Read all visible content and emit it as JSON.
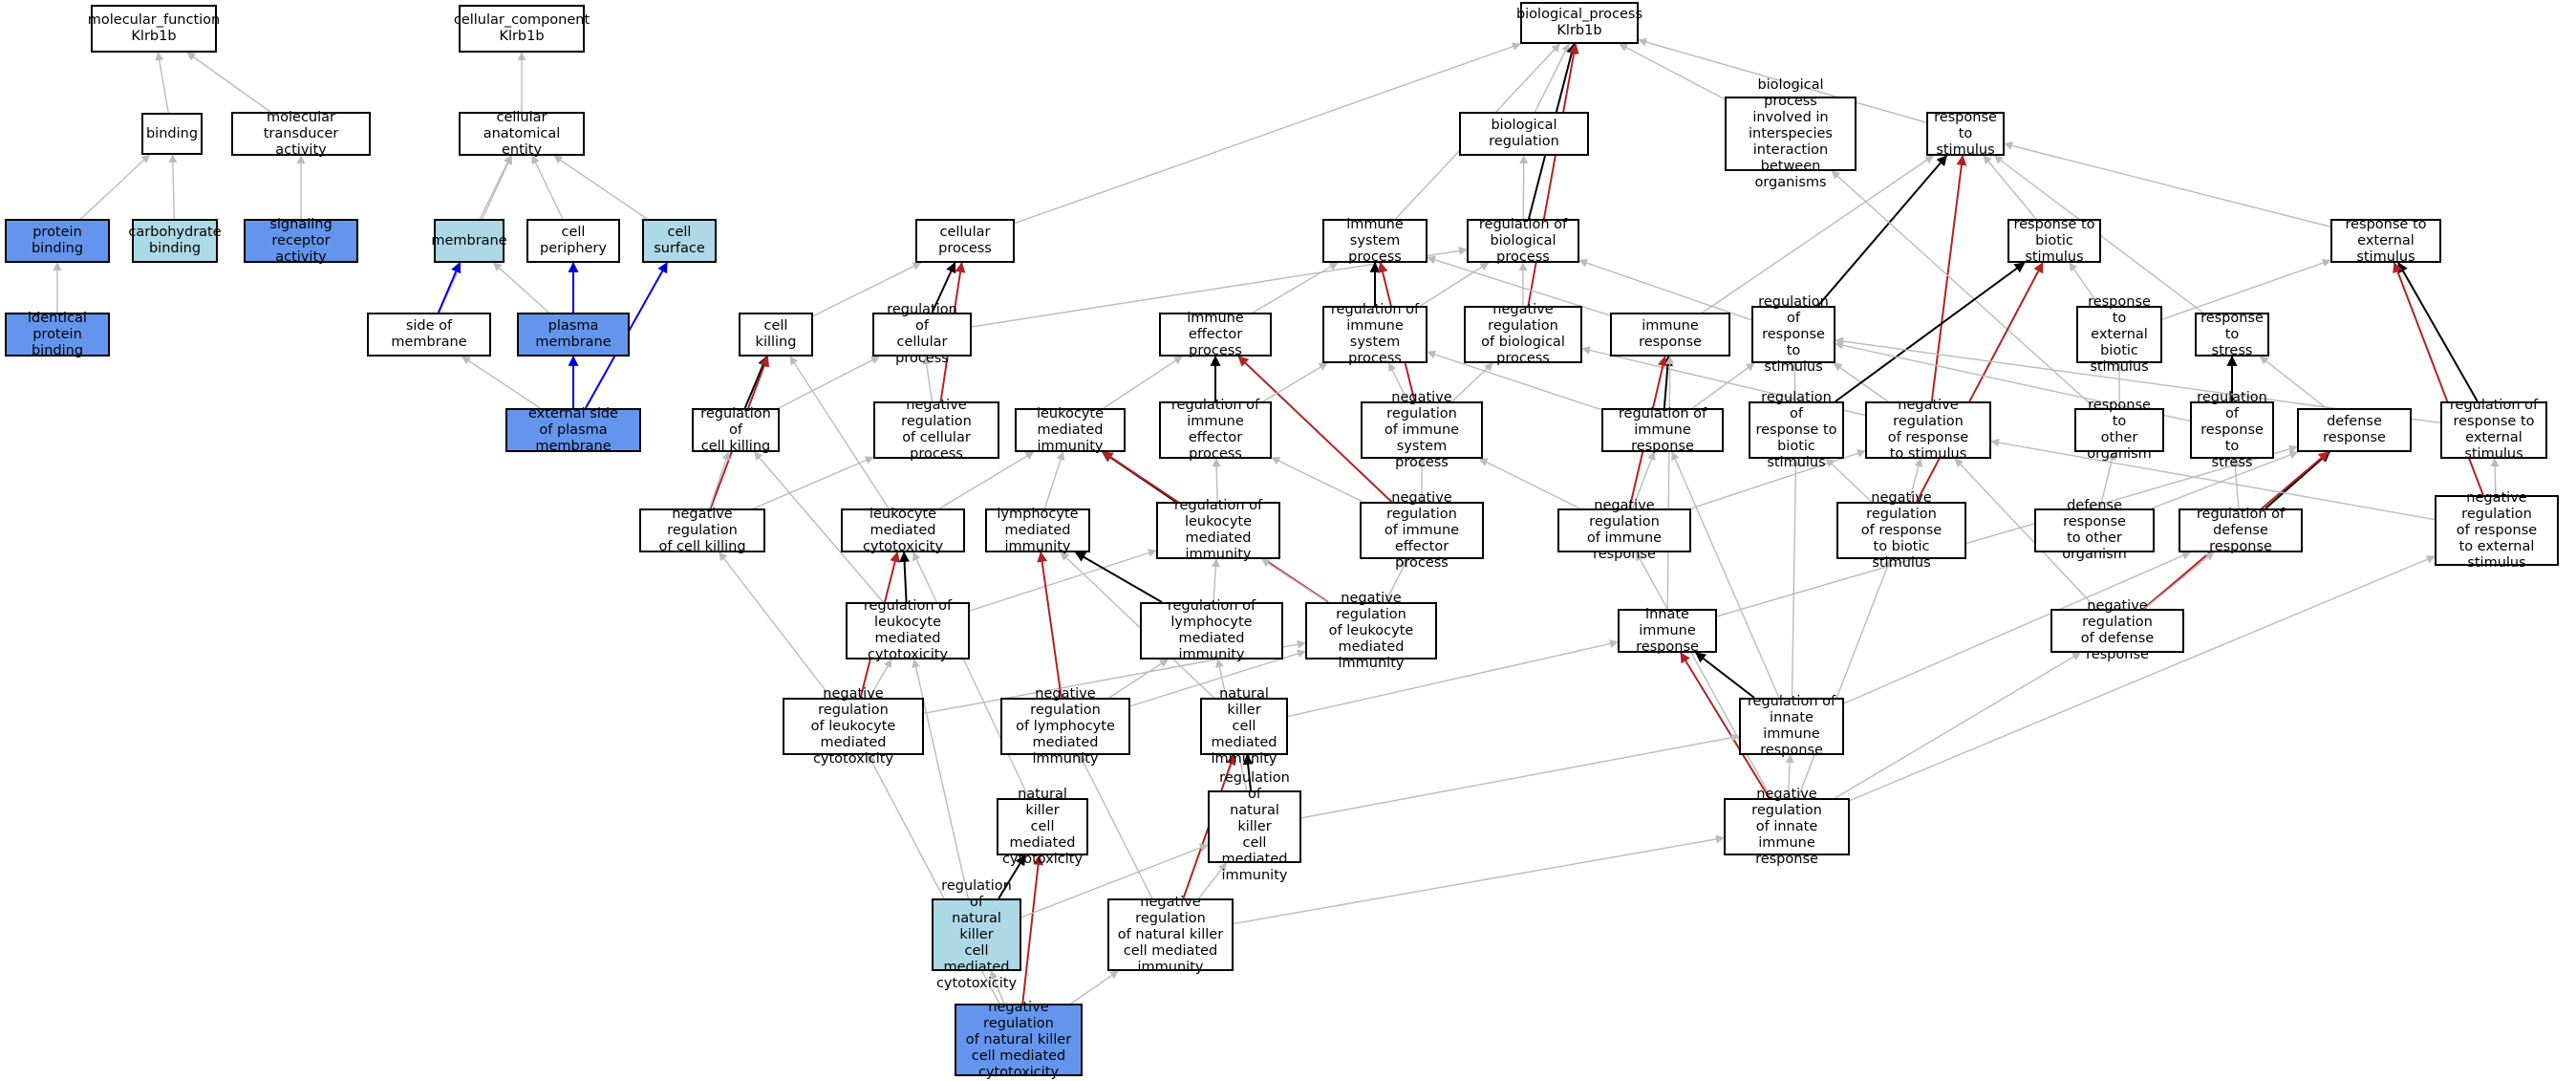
{
  "colors": {
    "edge_gray": "#bbbbbb",
    "edge_black": "#000000",
    "edge_red": "#b22222",
    "edge_blue": "#0000dd",
    "fill_dark": "#6495ed",
    "fill_light": "#add8e6",
    "fill_white": "#ffffff"
  },
  "nodes": [
    {
      "id": "mf",
      "label": "molecular_function\nKlrb1b",
      "fill": "white"
    },
    {
      "id": "cc",
      "label": "cellular_component\nKlrb1b",
      "fill": "white"
    },
    {
      "id": "bp",
      "label": "biological_process\nKlrb1b",
      "fill": "white"
    },
    {
      "id": "binding",
      "label": "binding",
      "fill": "white"
    },
    {
      "id": "moltrans",
      "label": "molecular transducer\nactivity",
      "fill": "white"
    },
    {
      "id": "cae",
      "label": "cellular anatomical\nentity",
      "fill": "white"
    },
    {
      "id": "bioreg",
      "label": "biological regulation",
      "fill": "white"
    },
    {
      "id": "bpinter",
      "label": "biological process\ninvolved in\ninterspecies\ninteraction\nbetween organisms",
      "fill": "white"
    },
    {
      "id": "rstim",
      "label": "response to\nstimulus",
      "fill": "white"
    },
    {
      "id": "protbind",
      "label": "protein binding",
      "fill": "dark"
    },
    {
      "id": "carbbind",
      "label": "carbohydrate\nbinding",
      "fill": "light"
    },
    {
      "id": "sigrec",
      "label": "signaling receptor\nactivity",
      "fill": "dark"
    },
    {
      "id": "membrane",
      "label": "membrane",
      "fill": "light"
    },
    {
      "id": "cellper",
      "label": "cell periphery",
      "fill": "white"
    },
    {
      "id": "cellsurf",
      "label": "cell surface",
      "fill": "light"
    },
    {
      "id": "cellproc",
      "label": "cellular process",
      "fill": "white"
    },
    {
      "id": "immsys",
      "label": "immune system\nprocess",
      "fill": "white"
    },
    {
      "id": "regbio",
      "label": "regulation of\nbiological process",
      "fill": "white"
    },
    {
      "id": "rbiotic",
      "label": "response to\nbiotic stimulus",
      "fill": "white"
    },
    {
      "id": "rext",
      "label": "response to\nexternal stimulus",
      "fill": "white"
    },
    {
      "id": "identprot",
      "label": "identical protein\nbinding",
      "fill": "dark"
    },
    {
      "id": "sidemem",
      "label": "side of membrane",
      "fill": "white"
    },
    {
      "id": "plasmem",
      "label": "plasma membrane",
      "fill": "dark"
    },
    {
      "id": "cellkill",
      "label": "cell killing",
      "fill": "white"
    },
    {
      "id": "regcellproc",
      "label": "regulation of\ncellular process",
      "fill": "white"
    },
    {
      "id": "immeff",
      "label": "immune effector\nprocess",
      "fill": "white"
    },
    {
      "id": "regimmsys",
      "label": "regulation of\nimmune system\nprocess",
      "fill": "white"
    },
    {
      "id": "negregbio",
      "label": "negative regulation\nof biological\nprocess",
      "fill": "white"
    },
    {
      "id": "immresp",
      "label": "immune response",
      "fill": "white"
    },
    {
      "id": "regrstim",
      "label": "regulation of\nresponse to\nstimulus",
      "fill": "white"
    },
    {
      "id": "rextbiotic",
      "label": "response to\nexternal biotic\nstimulus",
      "fill": "white"
    },
    {
      "id": "rstress",
      "label": "response to\nstress",
      "fill": "white"
    },
    {
      "id": "extside",
      "label": "external side\nof plasma membrane",
      "fill": "dark"
    },
    {
      "id": "regcellkill",
      "label": "regulation of\ncell killing",
      "fill": "white"
    },
    {
      "id": "negregcellproc",
      "label": "negative regulation\nof cellular\nprocess",
      "fill": "white"
    },
    {
      "id": "leukimm",
      "label": "leukocyte mediated\nimmunity",
      "fill": "white"
    },
    {
      "id": "regimmeff",
      "label": "regulation of\nimmune effector\nprocess",
      "fill": "white"
    },
    {
      "id": "negregimmsys",
      "label": "negative regulation\nof immune system\nprocess",
      "fill": "white"
    },
    {
      "id": "regimmresp",
      "label": "regulation of\nimmune response",
      "fill": "white"
    },
    {
      "id": "regrbiotic",
      "label": "regulation of\nresponse to\nbiotic stimulus",
      "fill": "white"
    },
    {
      "id": "negregrstim",
      "label": "negative regulation\nof response\nto stimulus",
      "fill": "white"
    },
    {
      "id": "rotherorg",
      "label": "response to\nother organism",
      "fill": "white"
    },
    {
      "id": "regrstress",
      "label": "regulation of\nresponse to\nstress",
      "fill": "white"
    },
    {
      "id": "defresp",
      "label": "defense response",
      "fill": "white"
    },
    {
      "id": "regrext",
      "label": "regulation of\nresponse to\nexternal stimulus",
      "fill": "white"
    },
    {
      "id": "negregcellkill",
      "label": "negative regulation\nof cell killing",
      "fill": "white"
    },
    {
      "id": "leukcyto",
      "label": "leukocyte mediated\ncytotoxicity",
      "fill": "white"
    },
    {
      "id": "lymphimm",
      "label": "lymphocyte mediated\nimmunity",
      "fill": "white"
    },
    {
      "id": "regleukimm",
      "label": "regulation of\nleukocyte mediated\nimmunity",
      "fill": "white"
    },
    {
      "id": "negregimmeff",
      "label": "negative regulation\nof immune effector\nprocess",
      "fill": "white"
    },
    {
      "id": "negregimmresp",
      "label": "negative regulation\nof immune response",
      "fill": "white"
    },
    {
      "id": "negregrbiotic",
      "label": "negative regulation\nof response\nto biotic stimulus",
      "fill": "white"
    },
    {
      "id": "defother",
      "label": "defense response\nto other organism",
      "fill": "white"
    },
    {
      "id": "regdef",
      "label": "regulation of\ndefense response",
      "fill": "white"
    },
    {
      "id": "negregrext",
      "label": "negative regulation\nof response\nto external\nstimulus",
      "fill": "white"
    },
    {
      "id": "regleukcyto",
      "label": "regulation of\nleukocyte mediated\ncytotoxicity",
      "fill": "white"
    },
    {
      "id": "reglymphimm",
      "label": "regulation of\nlymphocyte mediated\nimmunity",
      "fill": "white"
    },
    {
      "id": "negregleukimm",
      "label": "negative regulation\nof leukocyte\nmediated immunity",
      "fill": "white"
    },
    {
      "id": "innate",
      "label": "innate immune\nresponse",
      "fill": "white"
    },
    {
      "id": "negregdef",
      "label": "negative regulation\nof defense response",
      "fill": "white"
    },
    {
      "id": "negregleukcyto",
      "label": "negative regulation\nof leukocyte\nmediated cytotoxicity",
      "fill": "white"
    },
    {
      "id": "negreglymphimm",
      "label": "negative regulation\nof lymphocyte\nmediated immunity",
      "fill": "white"
    },
    {
      "id": "nkimm",
      "label": "natural killer\ncell mediated\nimmunity",
      "fill": "white"
    },
    {
      "id": "reginnate",
      "label": "regulation of\ninnate immune\nresponse",
      "fill": "white"
    },
    {
      "id": "nkcyto",
      "label": "natural killer\ncell mediated\ncytotoxicity",
      "fill": "white"
    },
    {
      "id": "regnkimm",
      "label": "regulation of\nnatural killer\ncell mediated\nimmunity",
      "fill": "white"
    },
    {
      "id": "negreginnate",
      "label": "negative regulation\nof innate immune\nresponse",
      "fill": "white"
    },
    {
      "id": "regnkcyto",
      "label": "regulation of\nnatural killer\ncell mediated\ncytotoxicity",
      "fill": "light"
    },
    {
      "id": "negregnkimm",
      "label": "negative regulation\nof natural killer\ncell mediated\nimmunity",
      "fill": "white"
    },
    {
      "id": "negregnkcyto",
      "label": "negative regulation\nof natural killer\ncell mediated\ncytotoxicity",
      "fill": "dark"
    }
  ],
  "edges": [
    [
      "binding",
      "mf",
      "gray"
    ],
    [
      "moltrans",
      "mf",
      "gray"
    ],
    [
      "protbind",
      "binding",
      "gray"
    ],
    [
      "carbbind",
      "binding",
      "gray"
    ],
    [
      "sigrec",
      "moltrans",
      "gray"
    ],
    [
      "identprot",
      "protbind",
      "gray"
    ],
    [
      "cae",
      "cc",
      "gray"
    ],
    [
      "membrane",
      "cae",
      "gray"
    ],
    [
      "cellper",
      "cae",
      "gray"
    ],
    [
      "cellsurf",
      "cae",
      "gray"
    ],
    [
      "sidemem",
      "cae",
      "gray"
    ],
    [
      "sidemem",
      "membrane",
      "blue"
    ],
    [
      "plasmem",
      "membrane",
      "gray"
    ],
    [
      "plasmem",
      "cellper",
      "blue"
    ],
    [
      "extside",
      "sidemem",
      "gray"
    ],
    [
      "extside",
      "plasmem",
      "blue"
    ],
    [
      "extside",
      "cellsurf",
      "blue"
    ],
    [
      "bioreg",
      "bp",
      "gray"
    ],
    [
      "bpinter",
      "bp",
      "gray"
    ],
    [
      "rstim",
      "bp",
      "gray"
    ],
    [
      "cellproc",
      "bp",
      "gray"
    ],
    [
      "immsys",
      "bp",
      "gray"
    ],
    [
      "regbio",
      "bp",
      "black"
    ],
    [
      "negregbio",
      "bp",
      "red"
    ],
    [
      "regbio",
      "bioreg",
      "gray"
    ],
    [
      "immresp",
      "rstim",
      "gray"
    ],
    [
      "rbiotic",
      "rstim",
      "gray"
    ],
    [
      "rext",
      "rstim",
      "gray"
    ],
    [
      "rstress",
      "rstim",
      "gray"
    ],
    [
      "regrstim",
      "rstim",
      "black"
    ],
    [
      "negregrstim",
      "rstim",
      "red"
    ],
    [
      "rotherorg",
      "bpinter",
      "gray"
    ],
    [
      "cellkill",
      "cellproc",
      "gray"
    ],
    [
      "regcellproc",
      "cellproc",
      "black"
    ],
    [
      "negregcellproc",
      "cellproc",
      "red"
    ],
    [
      "regcellproc",
      "regbio",
      "gray"
    ],
    [
      "negregcellproc",
      "regcellproc",
      "gray"
    ],
    [
      "negregbio",
      "regbio",
      "gray"
    ],
    [
      "immeff",
      "immsys",
      "gray"
    ],
    [
      "immresp",
      "immsys",
      "gray"
    ],
    [
      "regimmsys",
      "immsys",
      "black"
    ],
    [
      "negregimmsys",
      "immsys",
      "red"
    ],
    [
      "regimmsys",
      "regbio",
      "gray"
    ],
    [
      "regrstim",
      "regbio",
      "gray"
    ],
    [
      "negregimmsys",
      "negregbio",
      "gray"
    ],
    [
      "negregimmsys",
      "regimmsys",
      "gray"
    ],
    [
      "negregrstim",
      "negregbio",
      "gray"
    ],
    [
      "negregrstim",
      "regrstim",
      "gray"
    ],
    [
      "regcellkill",
      "cellkill",
      "black"
    ],
    [
      "negregcellkill",
      "cellkill",
      "red"
    ],
    [
      "regcellkill",
      "regcellproc",
      "gray"
    ],
    [
      "negregcellkill",
      "regcellkill",
      "gray"
    ],
    [
      "negregcellkill",
      "negregcellproc",
      "gray"
    ],
    [
      "leukcyto",
      "cellkill",
      "gray"
    ],
    [
      "regleukcyto",
      "regcellkill",
      "gray"
    ],
    [
      "negregleukcyto",
      "negregcellkill",
      "gray"
    ],
    [
      "leukimm",
      "immeff",
      "gray"
    ],
    [
      "regimmeff",
      "immeff",
      "black"
    ],
    [
      "negregimmeff",
      "immeff",
      "red"
    ],
    [
      "regimmeff",
      "regimmsys",
      "gray"
    ],
    [
      "negregimmeff",
      "regimmeff",
      "gray"
    ],
    [
      "negregimmeff",
      "negregimmsys",
      "gray"
    ],
    [
      "leukcyto",
      "leukimm",
      "gray"
    ],
    [
      "lymphimm",
      "leukimm",
      "gray"
    ],
    [
      "regleukimm",
      "leukimm",
      "black"
    ],
    [
      "negregleukimm",
      "leukimm",
      "red"
    ],
    [
      "regleukimm",
      "regimmeff",
      "gray"
    ],
    [
      "negregleukimm",
      "regleukimm",
      "gray"
    ],
    [
      "negregleukimm",
      "negregimmeff",
      "gray"
    ],
    [
      "regimmresp",
      "immresp",
      "black"
    ],
    [
      "negregimmresp",
      "immresp",
      "red"
    ],
    [
      "regimmresp",
      "regimmsys",
      "gray"
    ],
    [
      "regimmresp",
      "regrstim",
      "gray"
    ],
    [
      "negregimmresp",
      "regimmresp",
      "gray"
    ],
    [
      "negregimmresp",
      "negregimmsys",
      "gray"
    ],
    [
      "negregimmresp",
      "negregrstim",
      "gray"
    ],
    [
      "innate",
      "immresp",
      "gray"
    ],
    [
      "innate",
      "defresp",
      "gray"
    ],
    [
      "reginnate",
      "innate",
      "black"
    ],
    [
      "negreginnate",
      "innate",
      "red"
    ],
    [
      "reginnate",
      "regimmresp",
      "gray"
    ],
    [
      "reginnate",
      "regdef",
      "gray"
    ],
    [
      "reginnate",
      "regrbiotic",
      "gray"
    ],
    [
      "negreginnate",
      "reginnate",
      "gray"
    ],
    [
      "negreginnate",
      "negregimmresp",
      "gray"
    ],
    [
      "negreginnate",
      "negregdef",
      "gray"
    ],
    [
      "negreginnate",
      "negregrbiotic",
      "gray"
    ],
    [
      "negreginnate",
      "negregrext",
      "gray"
    ],
    [
      "regrbiotic",
      "rbiotic",
      "black"
    ],
    [
      "negregrbiotic",
      "rbiotic",
      "red"
    ],
    [
      "regrbiotic",
      "regrstim",
      "gray"
    ],
    [
      "negregrbiotic",
      "regrbiotic",
      "gray"
    ],
    [
      "negregrbiotic",
      "negregrstim",
      "gray"
    ],
    [
      "rextbiotic",
      "rbiotic",
      "gray"
    ],
    [
      "rextbiotic",
      "rext",
      "gray"
    ],
    [
      "rotherorg",
      "rextbiotic",
      "gray"
    ],
    [
      "defother",
      "rotherorg",
      "gray"
    ],
    [
      "defother",
      "defresp",
      "gray"
    ],
    [
      "defresp",
      "rstress",
      "gray"
    ],
    [
      "regrstress",
      "rstress",
      "black"
    ],
    [
      "regrstress",
      "regrstim",
      "gray"
    ],
    [
      "regdef",
      "defresp",
      "black"
    ],
    [
      "negregdef",
      "defresp",
      "red"
    ],
    [
      "regdef",
      "regrstress",
      "gray"
    ],
    [
      "negregdef",
      "regdef",
      "gray"
    ],
    [
      "negregdef",
      "negregrstim",
      "gray"
    ],
    [
      "regrext",
      "rext",
      "black"
    ],
    [
      "negregrext",
      "rext",
      "red"
    ],
    [
      "regrext",
      "regrstim",
      "gray"
    ],
    [
      "negregrext",
      "regrext",
      "gray"
    ],
    [
      "negregrext",
      "negregrstim",
      "gray"
    ],
    [
      "nkcyto",
      "leukcyto",
      "gray"
    ],
    [
      "regleukcyto",
      "leukcyto",
      "black"
    ],
    [
      "negregleukcyto",
      "leukcyto",
      "red"
    ],
    [
      "regleukcyto",
      "regleukimm",
      "gray"
    ],
    [
      "negregleukcyto",
      "regleukcyto",
      "gray"
    ],
    [
      "negregleukcyto",
      "negregleukimm",
      "gray"
    ],
    [
      "nkimm",
      "lymphimm",
      "gray"
    ],
    [
      "reglymphimm",
      "lymphimm",
      "black"
    ],
    [
      "negreglymphimm",
      "lymphimm",
      "red"
    ],
    [
      "reglymphimm",
      "regleukimm",
      "gray"
    ],
    [
      "negreglymphimm",
      "reglymphimm",
      "gray"
    ],
    [
      "negreglymphimm",
      "negregleukimm",
      "gray"
    ],
    [
      "nkimm",
      "innate",
      "gray"
    ],
    [
      "regnkimm",
      "nkimm",
      "black"
    ],
    [
      "negregnkimm",
      "nkimm",
      "red"
    ],
    [
      "regnkimm",
      "reglymphimm",
      "gray"
    ],
    [
      "regnkimm",
      "reginnate",
      "gray"
    ],
    [
      "negregnkimm",
      "regnkimm",
      "gray"
    ],
    [
      "negregnkimm",
      "negreglymphimm",
      "gray"
    ],
    [
      "negregnkimm",
      "negreginnate",
      "gray"
    ],
    [
      "regnkcyto",
      "nkcyto",
      "black"
    ],
    [
      "negregnkcyto",
      "nkcyto",
      "red"
    ],
    [
      "regnkcyto",
      "regleukcyto",
      "gray"
    ],
    [
      "regnkcyto",
      "regnkimm",
      "gray"
    ],
    [
      "negregnkcyto",
      "regnkcyto",
      "gray"
    ],
    [
      "negregnkcyto",
      "negregleukcyto",
      "gray"
    ],
    [
      "negregnkcyto",
      "negregnkimm",
      "gray"
    ]
  ]
}
